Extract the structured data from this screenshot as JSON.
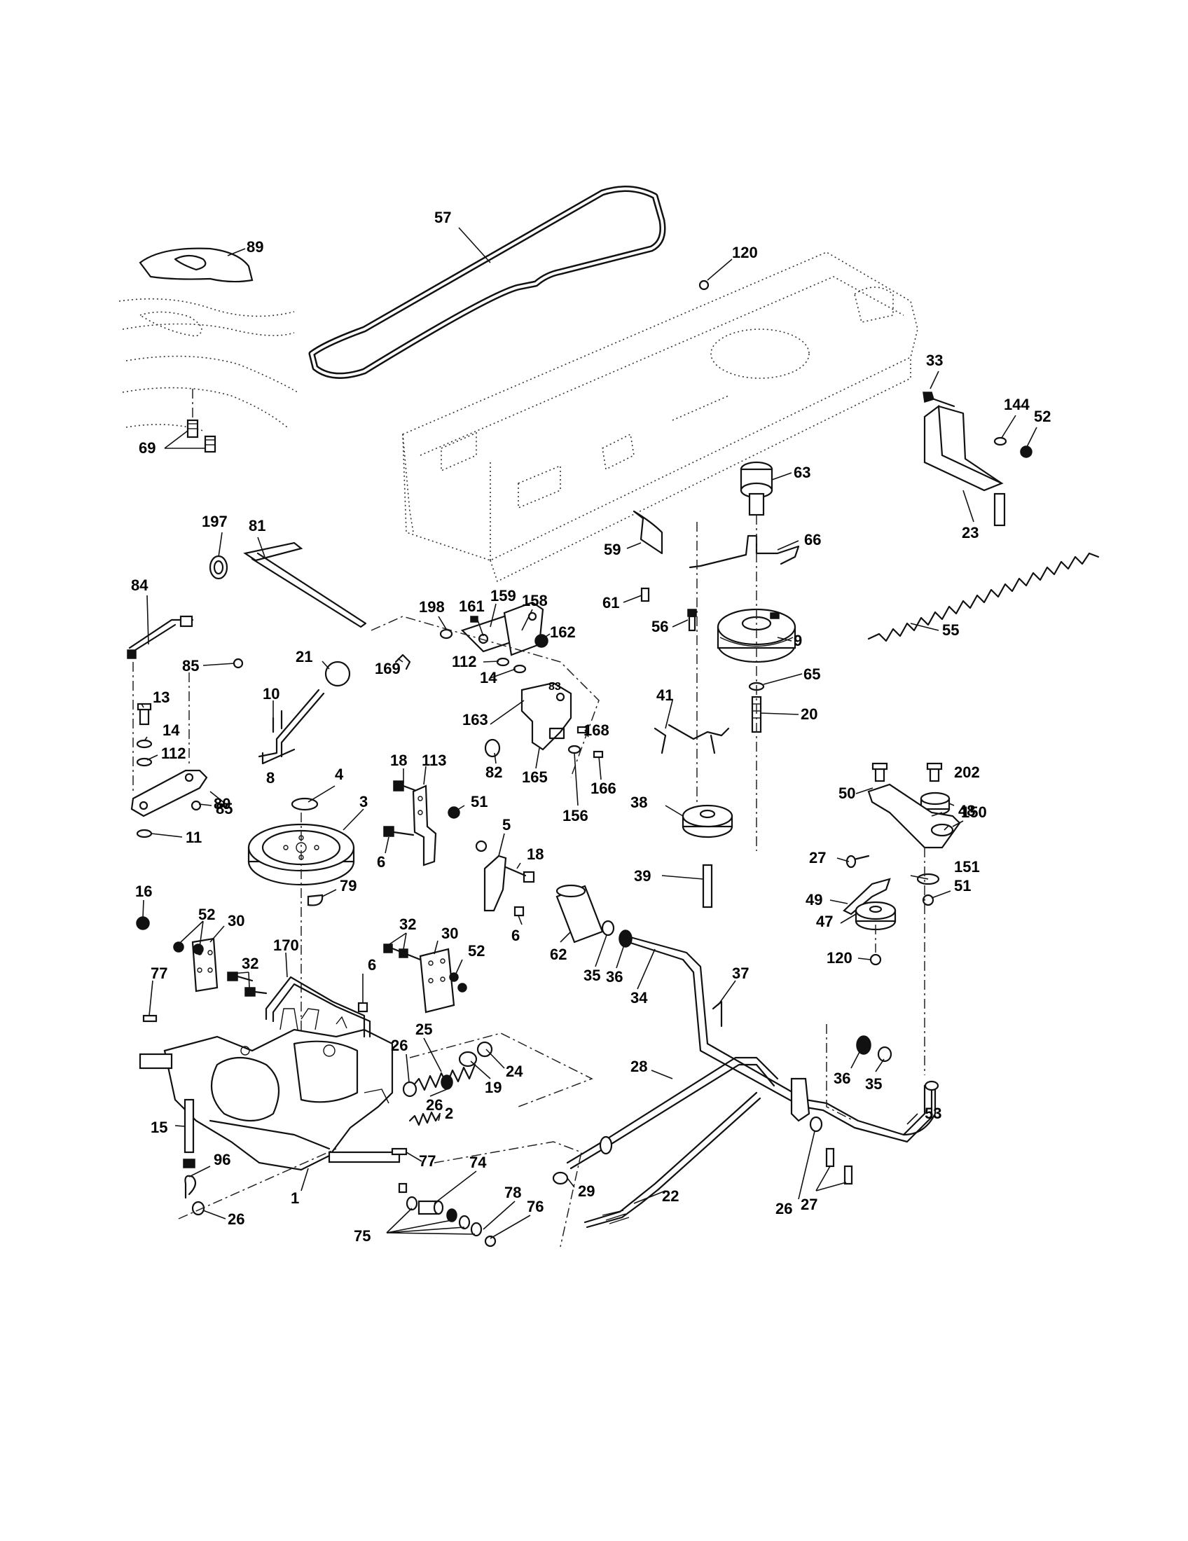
{
  "diagram": {
    "callouts": [
      {
        "id": "c57",
        "text": "57"
      },
      {
        "id": "c89",
        "text": "89"
      },
      {
        "id": "c120a",
        "text": "120"
      },
      {
        "id": "c69",
        "text": "69"
      },
      {
        "id": "c33",
        "text": "33"
      },
      {
        "id": "c144",
        "text": "144"
      },
      {
        "id": "c52a",
        "text": "52"
      },
      {
        "id": "c63",
        "text": "63"
      },
      {
        "id": "c23",
        "text": "23"
      },
      {
        "id": "c66",
        "text": "66"
      },
      {
        "id": "c59",
        "text": "59"
      },
      {
        "id": "c197",
        "text": "197"
      },
      {
        "id": "c81",
        "text": "81"
      },
      {
        "id": "c84",
        "text": "84"
      },
      {
        "id": "c85a",
        "text": "85"
      },
      {
        "id": "c61",
        "text": "61"
      },
      {
        "id": "c56",
        "text": "56"
      },
      {
        "id": "c9",
        "text": "9"
      },
      {
        "id": "c55",
        "text": "55"
      },
      {
        "id": "c198",
        "text": "198"
      },
      {
        "id": "c161",
        "text": "161"
      },
      {
        "id": "c159",
        "text": "159"
      },
      {
        "id": "c158",
        "text": "158"
      },
      {
        "id": "c162",
        "text": "162"
      },
      {
        "id": "c21",
        "text": "21"
      },
      {
        "id": "c169",
        "text": "169"
      },
      {
        "id": "c112a",
        "text": "112"
      },
      {
        "id": "c14a",
        "text": "14"
      },
      {
        "id": "c83",
        "text": "83"
      },
      {
        "id": "c65",
        "text": "65"
      },
      {
        "id": "c10",
        "text": "10"
      },
      {
        "id": "c13",
        "text": "13"
      },
      {
        "id": "c14b",
        "text": "14"
      },
      {
        "id": "c112b",
        "text": "112"
      },
      {
        "id": "c163",
        "text": "163"
      },
      {
        "id": "c41",
        "text": "41"
      },
      {
        "id": "c20",
        "text": "20"
      },
      {
        "id": "c168",
        "text": "168"
      },
      {
        "id": "c50",
        "text": "50"
      },
      {
        "id": "c202",
        "text": "202"
      },
      {
        "id": "c80",
        "text": "80"
      },
      {
        "id": "c8",
        "text": "8"
      },
      {
        "id": "c18a",
        "text": "18"
      },
      {
        "id": "c113",
        "text": "113"
      },
      {
        "id": "c82",
        "text": "82"
      },
      {
        "id": "c165",
        "text": "165"
      },
      {
        "id": "c156",
        "text": "156"
      },
      {
        "id": "c166",
        "text": "166"
      },
      {
        "id": "c150",
        "text": "150"
      },
      {
        "id": "c4",
        "text": "4"
      },
      {
        "id": "c85b",
        "text": "85"
      },
      {
        "id": "c3",
        "text": "3"
      },
      {
        "id": "c51a",
        "text": "51"
      },
      {
        "id": "c38",
        "text": "38"
      },
      {
        "id": "c48",
        "text": "48"
      },
      {
        "id": "c11",
        "text": "11"
      },
      {
        "id": "c6a",
        "text": "6"
      },
      {
        "id": "c5",
        "text": "5"
      },
      {
        "id": "c18b",
        "text": "18"
      },
      {
        "id": "c27a",
        "text": "27"
      },
      {
        "id": "c151",
        "text": "151"
      },
      {
        "id": "c39",
        "text": "39"
      },
      {
        "id": "c79",
        "text": "79"
      },
      {
        "id": "c51b",
        "text": "51"
      },
      {
        "id": "c49",
        "text": "49"
      },
      {
        "id": "c16",
        "text": "16"
      },
      {
        "id": "c6b",
        "text": "6"
      },
      {
        "id": "c47",
        "text": "47"
      },
      {
        "id": "c52b",
        "text": "52"
      },
      {
        "id": "c30a",
        "text": "30"
      },
      {
        "id": "c32a",
        "text": "32"
      },
      {
        "id": "c30b",
        "text": "30"
      },
      {
        "id": "c62",
        "text": "62"
      },
      {
        "id": "c120b",
        "text": "120"
      },
      {
        "id": "c52c",
        "text": "52"
      },
      {
        "id": "c32b",
        "text": "32"
      },
      {
        "id": "c170",
        "text": "170"
      },
      {
        "id": "c77a",
        "text": "77"
      },
      {
        "id": "c6c",
        "text": "6"
      },
      {
        "id": "c35a",
        "text": "35"
      },
      {
        "id": "c36a",
        "text": "36"
      },
      {
        "id": "c34",
        "text": "34"
      },
      {
        "id": "c37",
        "text": "37"
      },
      {
        "id": "c25",
        "text": "25"
      },
      {
        "id": "c26a",
        "text": "26"
      },
      {
        "id": "c24",
        "text": "24"
      },
      {
        "id": "c19",
        "text": "19"
      },
      {
        "id": "c26b",
        "text": "26"
      },
      {
        "id": "c28",
        "text": "28"
      },
      {
        "id": "c36b",
        "text": "36"
      },
      {
        "id": "c35b",
        "text": "35"
      },
      {
        "id": "c53",
        "text": "53"
      },
      {
        "id": "c15",
        "text": "15"
      },
      {
        "id": "c2",
        "text": "2"
      },
      {
        "id": "c77b",
        "text": "77"
      },
      {
        "id": "c96",
        "text": "96"
      },
      {
        "id": "c74",
        "text": "74"
      },
      {
        "id": "c29",
        "text": "29"
      },
      {
        "id": "c22",
        "text": "22"
      },
      {
        "id": "c26c",
        "text": "26"
      },
      {
        "id": "c27b",
        "text": "27"
      },
      {
        "id": "c78",
        "text": "78"
      },
      {
        "id": "c76",
        "text": "76"
      },
      {
        "id": "c26d",
        "text": "26"
      },
      {
        "id": "c1",
        "text": "1"
      },
      {
        "id": "c75",
        "text": "75"
      }
    ]
  }
}
